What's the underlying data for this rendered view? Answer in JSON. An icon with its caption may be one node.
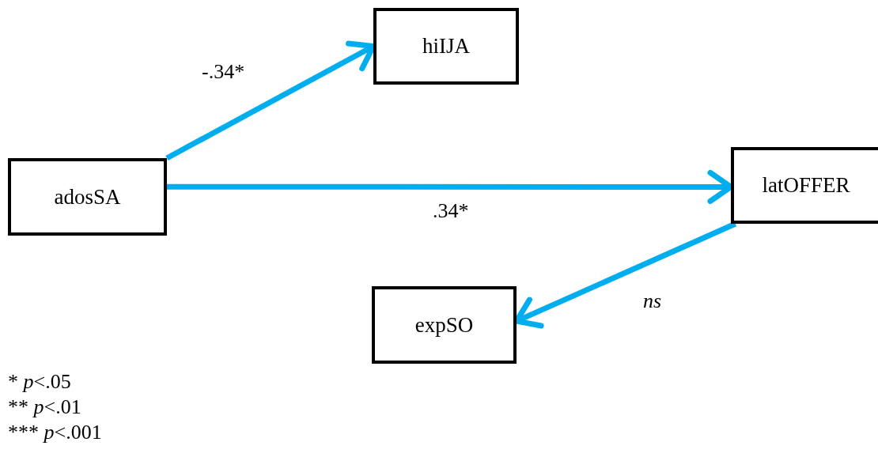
{
  "diagram": {
    "nodes": [
      {
        "text": [
          "hiIJA"
        ]
      },
      {
        "text": [
          "adosSA"
        ]
      },
      {
        "text": [
          "latOFFER"
        ]
      },
      {
        "text": [
          "expSO"
        ]
      }
    ],
    "edges": [
      {
        "from": 1,
        "to": 0,
        "arrow": "to",
        "label": "-.34*"
      },
      {
        "from": 1,
        "to": 2,
        "arrow": "to",
        "label": ".34*"
      },
      {
        "from": 2,
        "to": 3,
        "arrow": "to",
        "label": "ns"
      }
    ],
    "labels": [
      "* *p*<.05",
      "** *p*<.01",
      "*** *p*<.001"
    ]
  }
}
